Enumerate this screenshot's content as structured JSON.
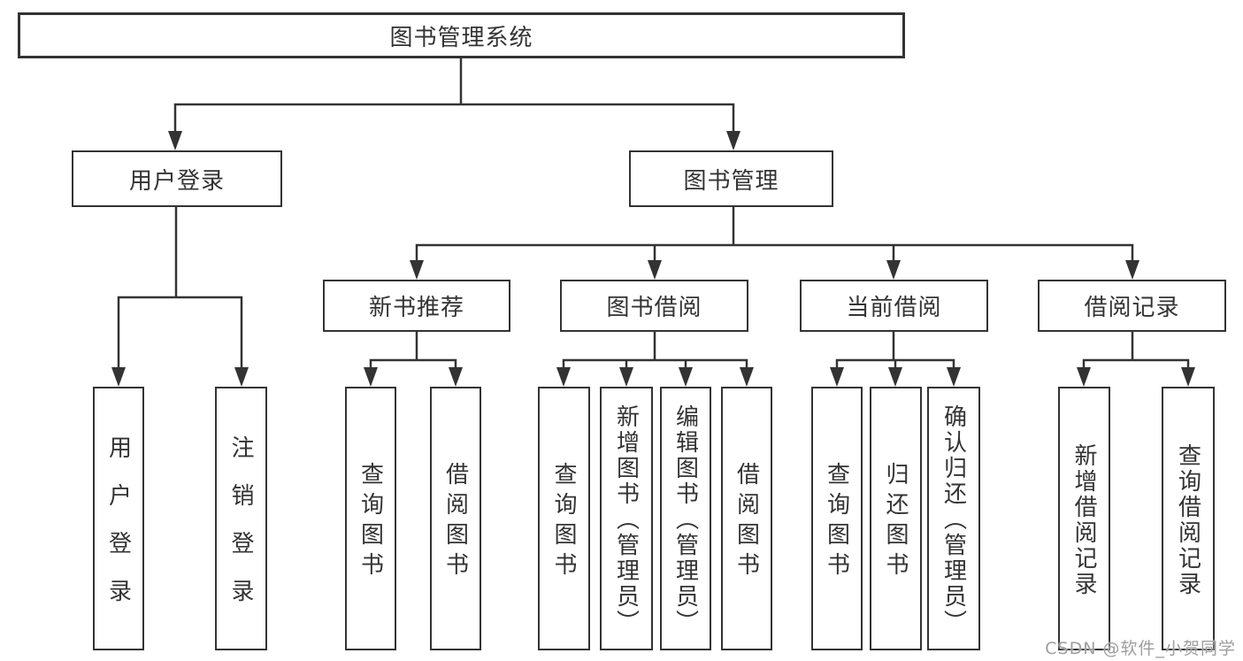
{
  "diagram": {
    "root": {
      "label": "图书管理系统"
    },
    "branches": [
      {
        "label": "用户登录",
        "children": [
          {
            "label": "用户登录"
          },
          {
            "label": "注销登录"
          }
        ]
      },
      {
        "label": "图书管理",
        "children": [
          {
            "label": "新书推荐",
            "children": [
              {
                "label": "查询图书"
              },
              {
                "label": "借阅图书"
              }
            ]
          },
          {
            "label": "图书借阅",
            "children": [
              {
                "label": "查询图书"
              },
              {
                "label": "新增图书（管理员）"
              },
              {
                "label": "编辑图书（管理员）"
              },
              {
                "label": "借阅图书"
              }
            ]
          },
          {
            "label": "当前借阅",
            "children": [
              {
                "label": "查询图书"
              },
              {
                "label": "归还图书"
              },
              {
                "label": "确认归还（管理员）"
              }
            ]
          },
          {
            "label": "借阅记录",
            "children": [
              {
                "label": "新增借阅记录"
              },
              {
                "label": "查询借阅记录"
              }
            ]
          }
        ]
      }
    ],
    "colors": {
      "line": "#333333",
      "text": "#333333",
      "watermark": "#9e9e9e",
      "background": "#ffffff"
    },
    "watermark": {
      "text": "CSDN @软件_小贺同学"
    }
  }
}
